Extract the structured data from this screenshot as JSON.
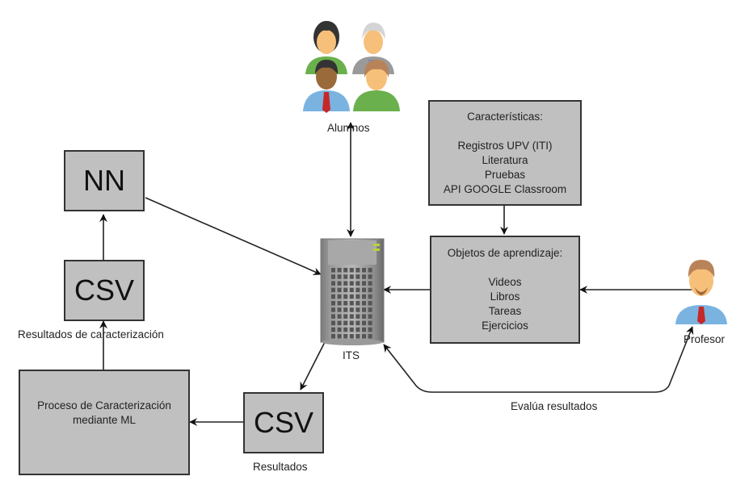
{
  "nodes": {
    "alumnos": {
      "label": "Alumnos",
      "icon": "students-group-icon"
    },
    "profesor": {
      "label": "Profesor",
      "icon": "teacher-icon"
    },
    "its": {
      "label": "ITS",
      "icon": "server-icon"
    },
    "caracteristicas": {
      "title": "Características:",
      "items": [
        "Registros UPV (ITI)",
        "Literatura",
        "Pruebas",
        "API GOOGLE Classroom"
      ]
    },
    "objetos": {
      "title": "Objetos de aprendizaje:",
      "items": [
        "Videos",
        "Libros",
        "Tareas",
        "Ejercicios"
      ]
    },
    "nn": {
      "label": "NN"
    },
    "csv_top": {
      "label": "CSV",
      "caption": "Resultados de caracterización"
    },
    "csv_bottom": {
      "label": "CSV",
      "caption": "Resultados"
    },
    "proceso": {
      "line1": "Proceso de Caracterización",
      "line2": "mediante ML"
    }
  },
  "edges": {
    "evalua": {
      "label": "Evalúa resultados"
    }
  },
  "colors": {
    "box_fill": "#c0c0c0",
    "box_border": "#333333",
    "arrow": "#222222"
  }
}
